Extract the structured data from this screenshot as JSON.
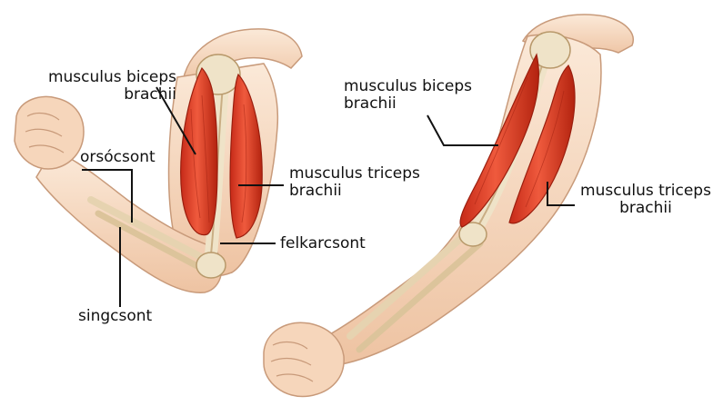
{
  "left_arm": {
    "biceps": {
      "line1": "musculus biceps",
      "line2": "brachii"
    },
    "radius": "orsócsont",
    "triceps": {
      "line1": "musculus triceps",
      "line2": "brachii"
    },
    "humerus": "felkarcsont",
    "ulna": "singcsont"
  },
  "right_arm": {
    "biceps": {
      "line1": "musculus biceps",
      "line2": "brachii"
    },
    "triceps": {
      "line1": "musculus triceps",
      "line2": "brachii"
    }
  },
  "colors": {
    "skin": "#f6dcc4",
    "skin_shadow": "#e7bb99",
    "muscle": "#e8442c",
    "muscle_dark": "#b82414",
    "bone": "#f1e6cf",
    "bone_shadow": "#c9ae84",
    "line": "#111111"
  }
}
